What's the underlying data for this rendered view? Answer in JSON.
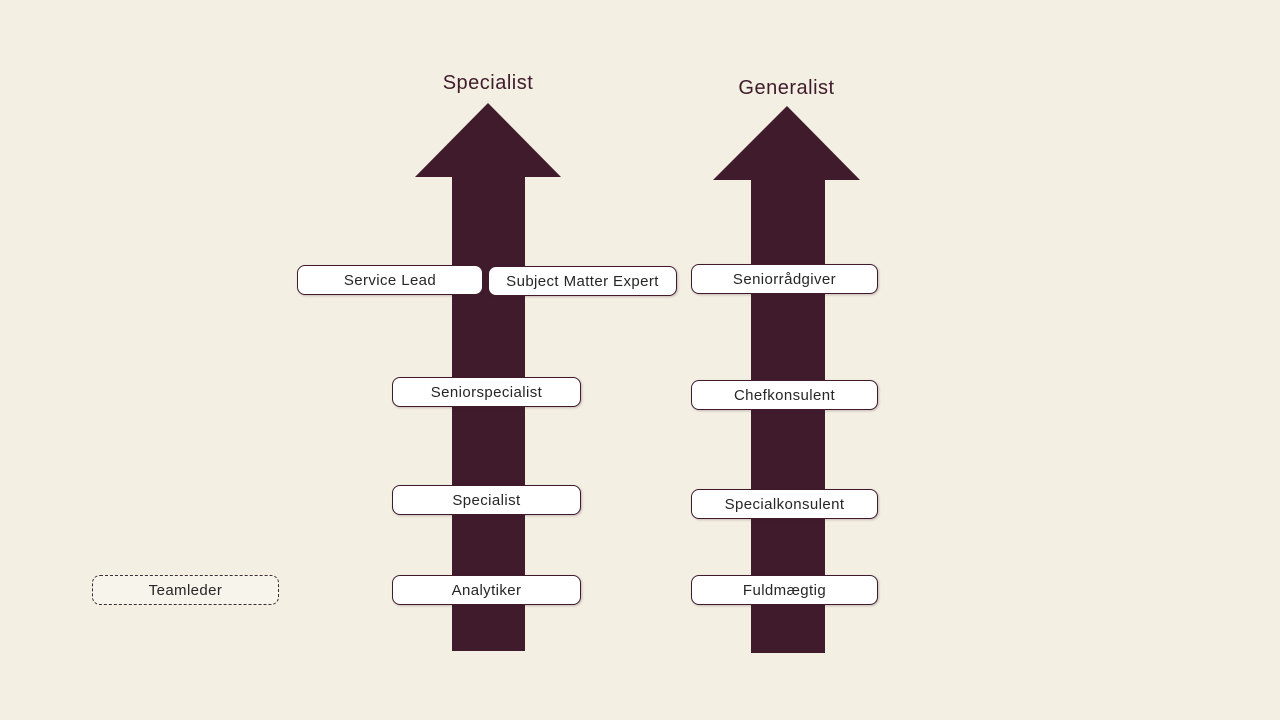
{
  "diagram": {
    "tracks": [
      {
        "title": "Specialist",
        "boxes": [
          {
            "label": "Service Lead"
          },
          {
            "label": "Subject Matter Expert"
          },
          {
            "label": "Seniorspecialist"
          },
          {
            "label": "Specialist"
          },
          {
            "label": "Analytiker"
          }
        ]
      },
      {
        "title": "Generalist",
        "boxes": [
          {
            "label": "Seniorrådgiver"
          },
          {
            "label": "Chefkonsulent"
          },
          {
            "label": "Specialkonsulent"
          },
          {
            "label": "Fuldmægtig"
          }
        ]
      }
    ],
    "side_box": {
      "label": "Teamleder"
    },
    "colors": {
      "background": "#f3efe3",
      "arrow": "#3f1b2c",
      "title_text": "#3f1b2c",
      "box_fill": "#ffffff",
      "box_border": "#3f1b2c",
      "box_text": "#262626"
    }
  }
}
